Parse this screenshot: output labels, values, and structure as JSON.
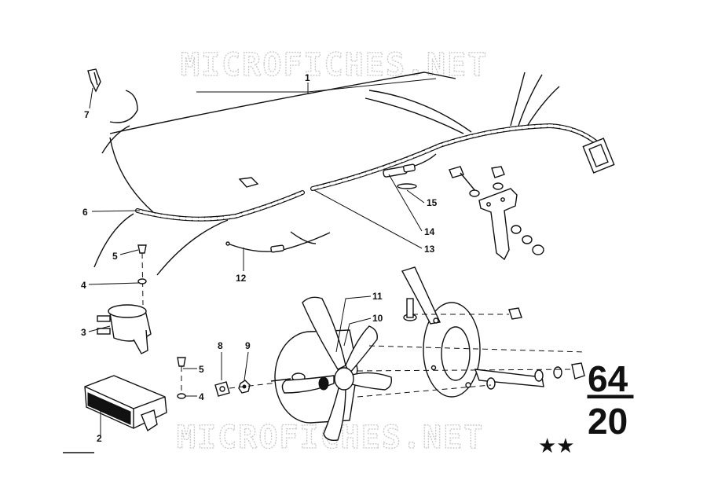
{
  "watermark": {
    "top": "MICROFICHES.NET",
    "bottom": "MICROFICHES.NET"
  },
  "callouts": {
    "c1": "1",
    "c2": "2",
    "c3": "3",
    "c4a": "4",
    "c4b": "4",
    "c5a": "5",
    "c5b": "5",
    "c6": "6",
    "c7": "7",
    "c8": "8",
    "c9": "9",
    "c10": "10",
    "c11": "11",
    "c12": "12",
    "c13": "13",
    "c14": "14",
    "c15": "15"
  },
  "group": {
    "main": "64",
    "sub": "20",
    "stars": "★★"
  }
}
